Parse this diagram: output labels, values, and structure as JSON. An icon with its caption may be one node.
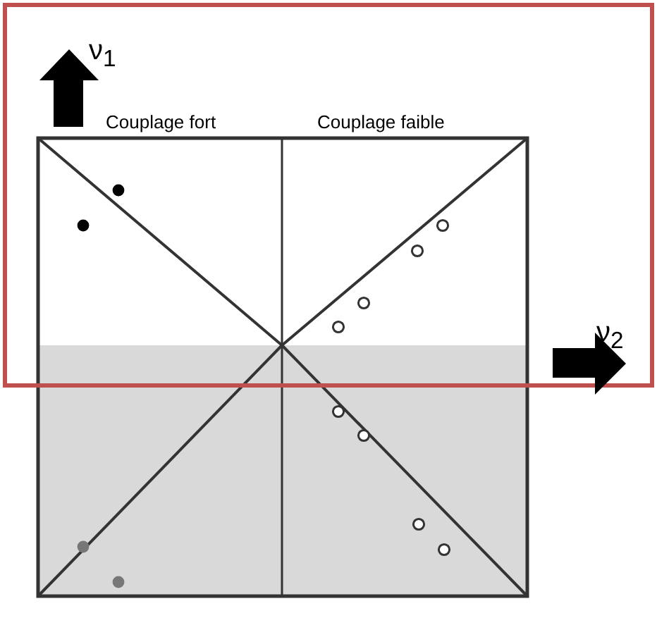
{
  "diagram": {
    "labels": [
      "ν$_{1}$",
      "Couplage fort",
      "Couplage faible",
      "ν$_{2}$"
    ]
  }
}
